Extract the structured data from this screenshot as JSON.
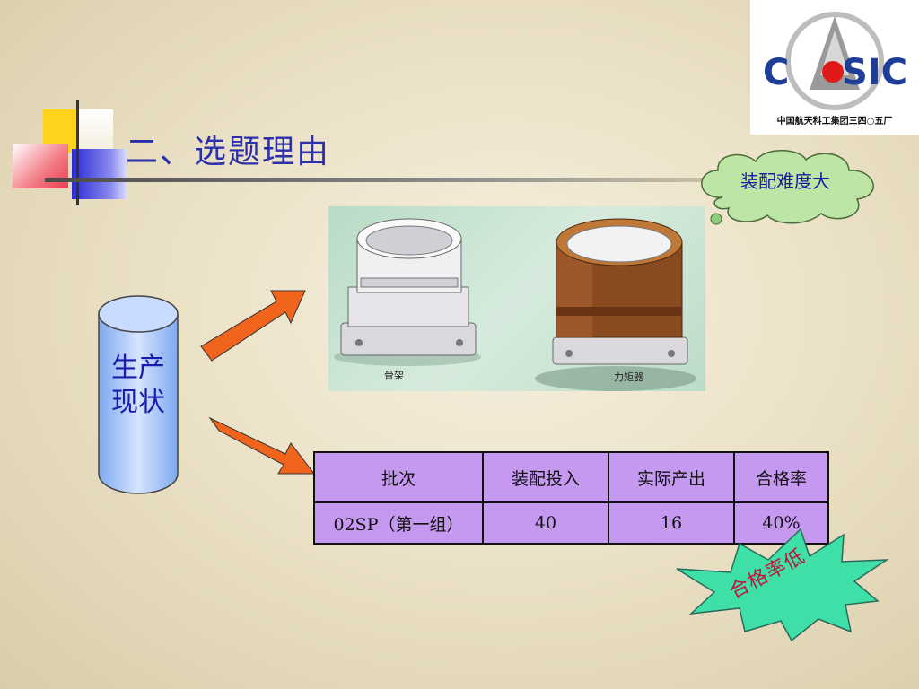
{
  "title": "二、选题理由",
  "logo": {
    "brand": "CASIC",
    "caption": "中国航天科工集团三四○五厂"
  },
  "callout_cloud": "装配难度大",
  "callout_star": "合格率低",
  "cylinder_label": "生产现状",
  "photo": {
    "left_label": "骨架",
    "right_label": "力矩器"
  },
  "table": {
    "headers": [
      "批次",
      "装配投入",
      "实际产出",
      "合格率"
    ],
    "rows": [
      [
        "02SP（第一组）",
        "40",
        "16",
        "40%"
      ]
    ]
  },
  "colors": {
    "title": "#2b2fa8",
    "table_bg": "#c699f0",
    "arrow": "#f0641c",
    "star": "#3ee0a8",
    "cloud": "#b8e6a0"
  }
}
